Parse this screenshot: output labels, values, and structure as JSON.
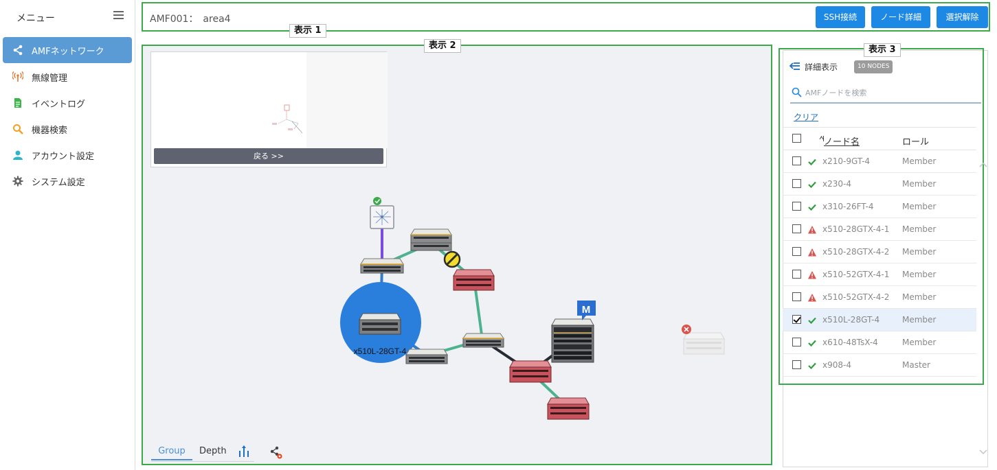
{
  "sidebar": {
    "title": "メニュー",
    "items": [
      {
        "label": "AMFネットワーク",
        "icon": "share-icon",
        "active": true
      },
      {
        "label": "無線管理",
        "icon": "wireless-icon"
      },
      {
        "label": "イベントログ",
        "icon": "document-icon"
      },
      {
        "label": "機器検索",
        "icon": "search-icon"
      },
      {
        "label": "アカウント設定",
        "icon": "user-icon"
      },
      {
        "label": "システム設定",
        "icon": "gear-icon"
      }
    ]
  },
  "header": {
    "title": "AMF001：　area4",
    "buttons": {
      "ssh": "SSH接続",
      "detail": "ノード詳細",
      "deselect": "選択解除"
    }
  },
  "labels": {
    "display1": "表示 1",
    "display2": "表示 2",
    "display3": "表示 3"
  },
  "minimap": {
    "back_label": "戻る >>"
  },
  "map": {
    "selected_node_label": "x510L-28GT-4",
    "master_badge": "M",
    "tabs": {
      "group": "Group",
      "depth": "Depth"
    }
  },
  "detail": {
    "title": "詳細表示",
    "nodes_badge": "10 NODES",
    "search_placeholder": "AMFノードを検索",
    "clear_label": "クリア",
    "col_name": "ノード名",
    "col_role": "ロール",
    "rows": [
      {
        "name": "x210-9GT-4",
        "role": "Member",
        "status": "ok",
        "checked": false
      },
      {
        "name": "x230-4",
        "role": "Member",
        "status": "ok",
        "checked": false
      },
      {
        "name": "x310-26FT-4",
        "role": "Member",
        "status": "ok",
        "checked": false
      },
      {
        "name": "x510-28GTX-4-1",
        "role": "Member",
        "status": "warning",
        "checked": false
      },
      {
        "name": "x510-28GTX-4-2",
        "role": "Member",
        "status": "warning",
        "checked": false
      },
      {
        "name": "x510-52GTX-4-1",
        "role": "Member",
        "status": "warning",
        "checked": false
      },
      {
        "name": "x510-52GTX-4-2",
        "role": "Member",
        "status": "warning",
        "checked": false
      },
      {
        "name": "x510L-28GT-4",
        "role": "Member",
        "status": "ok",
        "checked": true
      },
      {
        "name": "x610-48TsX-4",
        "role": "Member",
        "status": "ok",
        "checked": false
      },
      {
        "name": "x908-4",
        "role": "Master",
        "status": "ok",
        "checked": false
      }
    ]
  },
  "colors": {
    "accent": "#1e88e5",
    "sidebar_active": "#5b9bd5",
    "highlight_border": "#3aaa4a",
    "ok": "#2e9e3e",
    "warning": "#d9534f",
    "link_green": "#4db38e",
    "link_purple": "#7b4ae2",
    "selection_circle": "#2a7fdc"
  }
}
